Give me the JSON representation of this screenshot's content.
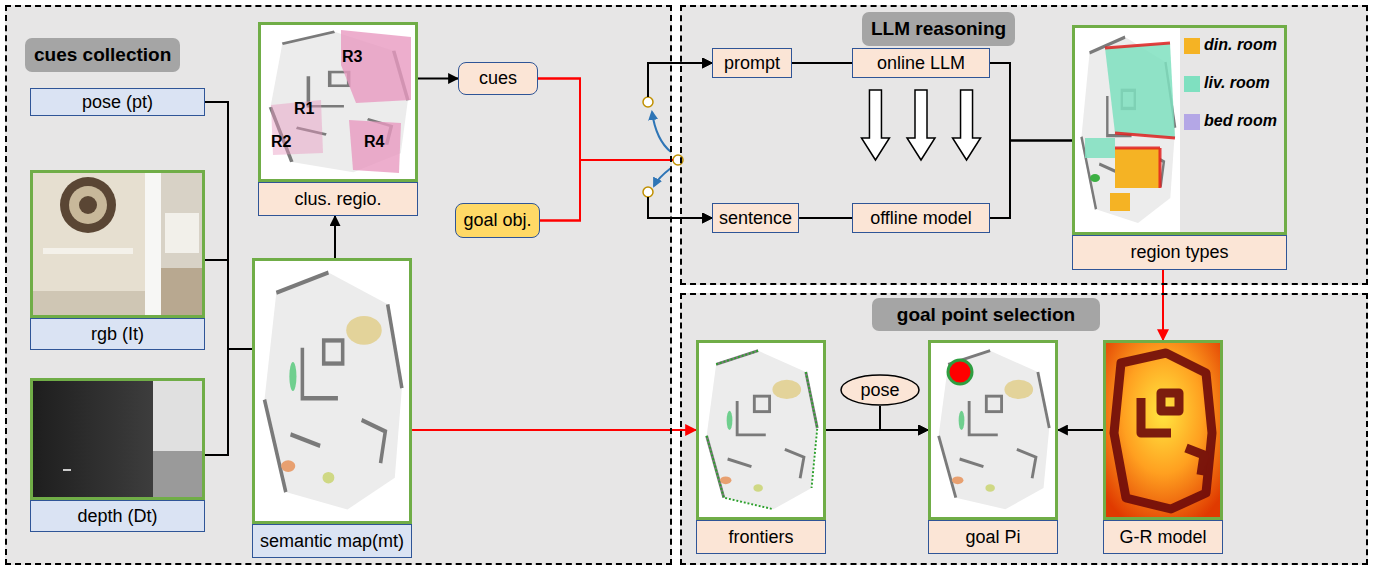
{
  "diagram": {
    "nodes": [
      {
        "text": [
          "cues collection"
        ]
      },
      {
        "text": [
          "pose (pt)"
        ],
        "in": 0
      },
      {
        "text": [
          "rgb (It)"
        ],
        "in": 0
      },
      {
        "text": [
          "depth (Dt)"
        ],
        "in": 0
      },
      {
        "text": [
          "semantic map(mt)"
        ],
        "in": 0
      },
      {
        "text": [
          "clus. regio."
        ],
        "in": 0
      },
      {
        "text": [
          "cues"
        ],
        "in": 0
      },
      {
        "text": [
          "goal obj."
        ],
        "in": 0
      },
      {
        "text": [
          "LLM reasoning"
        ]
      },
      {
        "text": [
          "prompt"
        ],
        "in": 8
      },
      {
        "text": [
          "online LLM"
        ],
        "in": 8
      },
      {
        "text": [
          "sentence"
        ],
        "in": 8
      },
      {
        "text": [
          "offline model"
        ],
        "in": 8
      },
      {
        "text": [
          "region types"
        ],
        "in": 8
      },
      {
        "text": [
          "goal point selection"
        ]
      },
      {
        "text": [
          "frontiers"
        ],
        "in": 14
      },
      {
        "text": [
          "pose"
        ],
        "in": 14
      },
      {
        "text": [
          "goal Pi"
        ],
        "in": 14
      },
      {
        "text": [
          "G-R model"
        ],
        "in": 14
      }
    ],
    "edges": [
      {
        "from": 1,
        "to": 4,
        "arrow": "none"
      },
      {
        "from": 2,
        "to": 4,
        "arrow": "none"
      },
      {
        "from": 3,
        "to": 4,
        "arrow": "none"
      },
      {
        "from": 4,
        "to": 5,
        "arrow": "to"
      },
      {
        "from": 5,
        "to": 6,
        "arrow": "to"
      },
      {
        "from": 6,
        "to": 9,
        "arrow": "to"
      },
      {
        "from": 7,
        "to": 9,
        "arrow": "to"
      },
      {
        "from": 6,
        "to": 11,
        "arrow": "to"
      },
      {
        "from": 7,
        "to": 11,
        "arrow": "to"
      },
      {
        "from": 9,
        "to": 10,
        "arrow": "none"
      },
      {
        "from": 11,
        "to": 12,
        "arrow": "none"
      },
      {
        "from": 10,
        "to": 12,
        "arrow": "to"
      },
      {
        "from": 10,
        "to": 13,
        "arrow": "none"
      },
      {
        "from": 12,
        "to": 13,
        "arrow": "none"
      },
      {
        "from": 13,
        "to": 18,
        "arrow": "to"
      },
      {
        "from": 4,
        "to": 15,
        "arrow": "to"
      },
      {
        "from": 15,
        "to": 17,
        "arrow": "to"
      },
      {
        "from": 16,
        "to": 17,
        "arrow": "to"
      },
      {
        "from": 18,
        "to": 17,
        "arrow": "to"
      }
    ],
    "labels": [
      "R1",
      "R2",
      "R3",
      "R4"
    ],
    "legend": [
      {
        "text": "din. room",
        "color": "#f5b324"
      },
      {
        "text": "liv. room",
        "color": "#7fe0c0"
      },
      {
        "text": "bed room",
        "color": "#b4a7e6"
      }
    ]
  }
}
